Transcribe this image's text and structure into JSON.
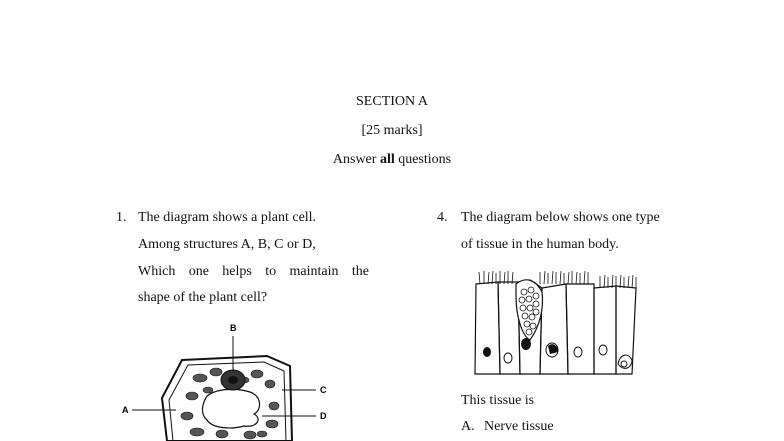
{
  "section": {
    "title": "SECTION A",
    "marks": "[25 marks]",
    "instruction_prefix": "Answer ",
    "instruction_bold": "all",
    "instruction_suffix": " questions"
  },
  "q1": {
    "number": "1.",
    "lines": [
      "The diagram shows a plant cell.",
      "Among structures A, B, C or D,",
      "Which one helps to maintain the",
      "shape of the plant cell?"
    ],
    "labels": [
      "A",
      "B",
      "C",
      "D"
    ]
  },
  "q4": {
    "number": "4.",
    "lines": [
      "The diagram below shows one type",
      "of tissue in the human body."
    ],
    "stem": "This tissue is",
    "option_a_letter": "A.",
    "option_a_text": "Nerve tissue"
  }
}
